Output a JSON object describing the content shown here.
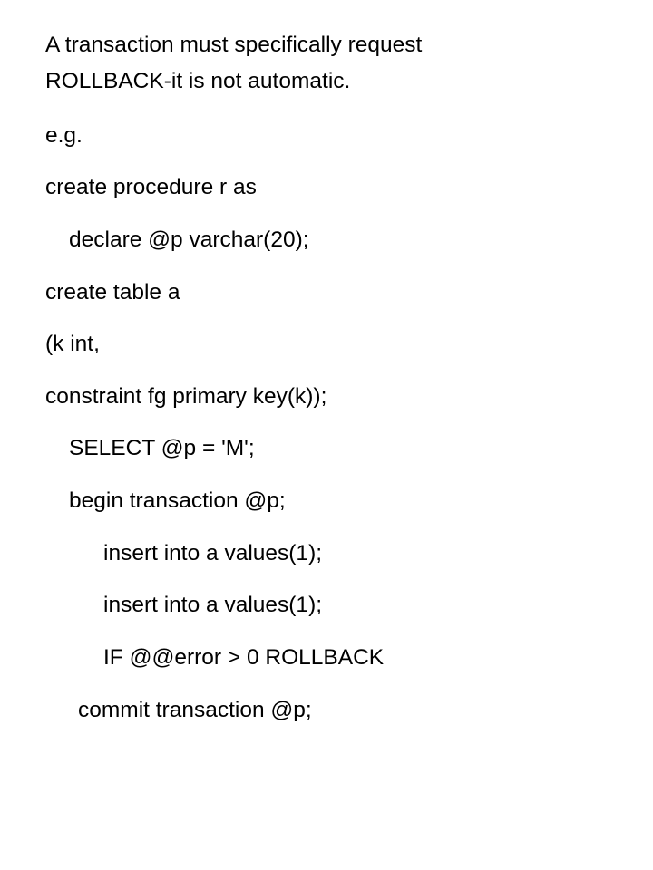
{
  "slide": {
    "intro_line1": "A transaction must specifically request",
    "intro_line2": "ROLLBACK-it is not automatic.",
    "example_label": "e.g.",
    "code": [
      "create procedure r as",
      "declare @p varchar(20);",
      "create table a",
      "(k int,",
      "constraint fg primary key(k));",
      "SELECT @p = 'M';",
      "begin transaction @p;",
      "insert into a values(1);",
      "insert into a values(1);",
      "IF @@error > 0 ROLLBACK",
      "commit transaction @p;"
    ]
  }
}
